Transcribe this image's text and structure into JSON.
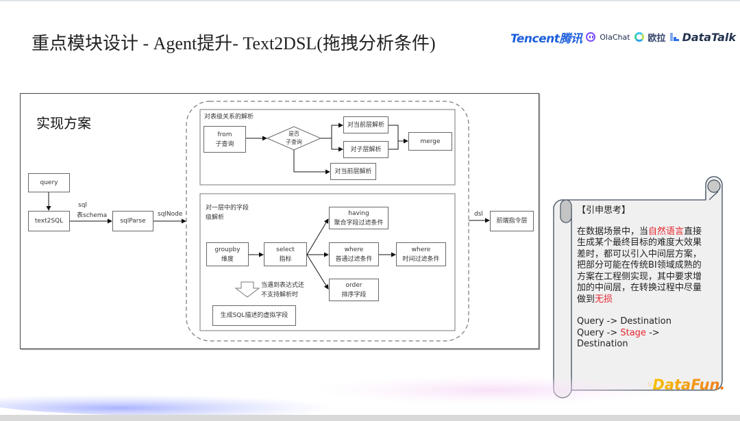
{
  "slide": {
    "title": "重点模块设计 - Agent提升- Text2DSL(拖拽分析条件)",
    "section_heading": "实现方案"
  },
  "logos": {
    "tencent": "Tencent腾讯",
    "olachat": "OlaChat",
    "oula": "欧拉",
    "datatalk": "DataTalk",
    "datafun": "DataFun."
  },
  "flow": {
    "query": "query",
    "text2sql": "text2SQL",
    "edge_sql": "sql",
    "edge_schema": "表schema",
    "sqlparse": "sqlParse",
    "edge_sqlnode": "sqlNode",
    "edge_dsl": "dsl",
    "frontend": "前端指令层",
    "table_level": {
      "title": "对表级关系的解析",
      "from_line1": "from",
      "from_line2": "子查询",
      "decision_line1": "是否",
      "decision_line2": "子查询",
      "current_layer_top": "对当前层解析",
      "child_layer": "对子层解析",
      "merge": "merge",
      "current_layer_bottom": "对当前层解析"
    },
    "field_level": {
      "title_line1": "对一层中的字段",
      "title_line2": "级解析",
      "groupby_line1": "groupby",
      "groupby_line2": "维度",
      "select_line1": "select",
      "select_line2": "指标",
      "having_line1": "having",
      "having_line2": "聚合字段过滤条件",
      "where_line1": "where",
      "where_line2": "普通过滤条件",
      "where_time_line1": "where",
      "where_time_line2": "时间过滤条件",
      "order_line1": "order",
      "order_line2": "排序字段",
      "note_line1": "当遇到表达式还",
      "note_line2": "不支持解析时",
      "virtual_field": "生成SQL描述的虚拟字段"
    }
  },
  "scroll": {
    "heading": "【引申思考】",
    "p1_a": "在数据场景中，当",
    "p1_red1": "自然语言",
    "p1_b": "直接生成某个最终目标的难度大效果差时，都可以引入中间层方案，把部分可能在传统BI领域成熟的方案在工程侧实现，其中要求增加的中间层，在转换过程中尽量做到",
    "p1_red2": "无损",
    "formula1": "Query -> Destination",
    "formula2_a": "Query -> ",
    "formula2_red": "Stage",
    "formula2_b": " -> Destination"
  },
  "colors": {
    "highlight_red": "#e8252e",
    "tencent_blue": "#1d5fdb",
    "datafun_orange": "#f5a200"
  }
}
